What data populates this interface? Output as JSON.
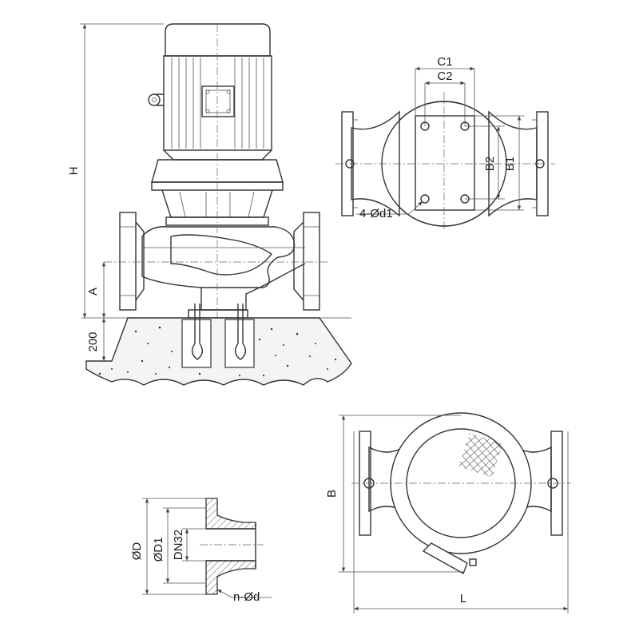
{
  "labels": {
    "H": "H",
    "A": "A",
    "d200": "200",
    "C1": "C1",
    "C2": "C2",
    "B2": "B2",
    "B1": "B1",
    "bolt_holes": "4-Ød1",
    "B": "B",
    "L": "L",
    "OD": "ØD",
    "OD1": "ØD1",
    "DN": "DN32",
    "flange_holes": "n-Ød"
  },
  "colors": {
    "line": "#333333",
    "dim": "#555555",
    "concrete": "#f2f2f2"
  }
}
